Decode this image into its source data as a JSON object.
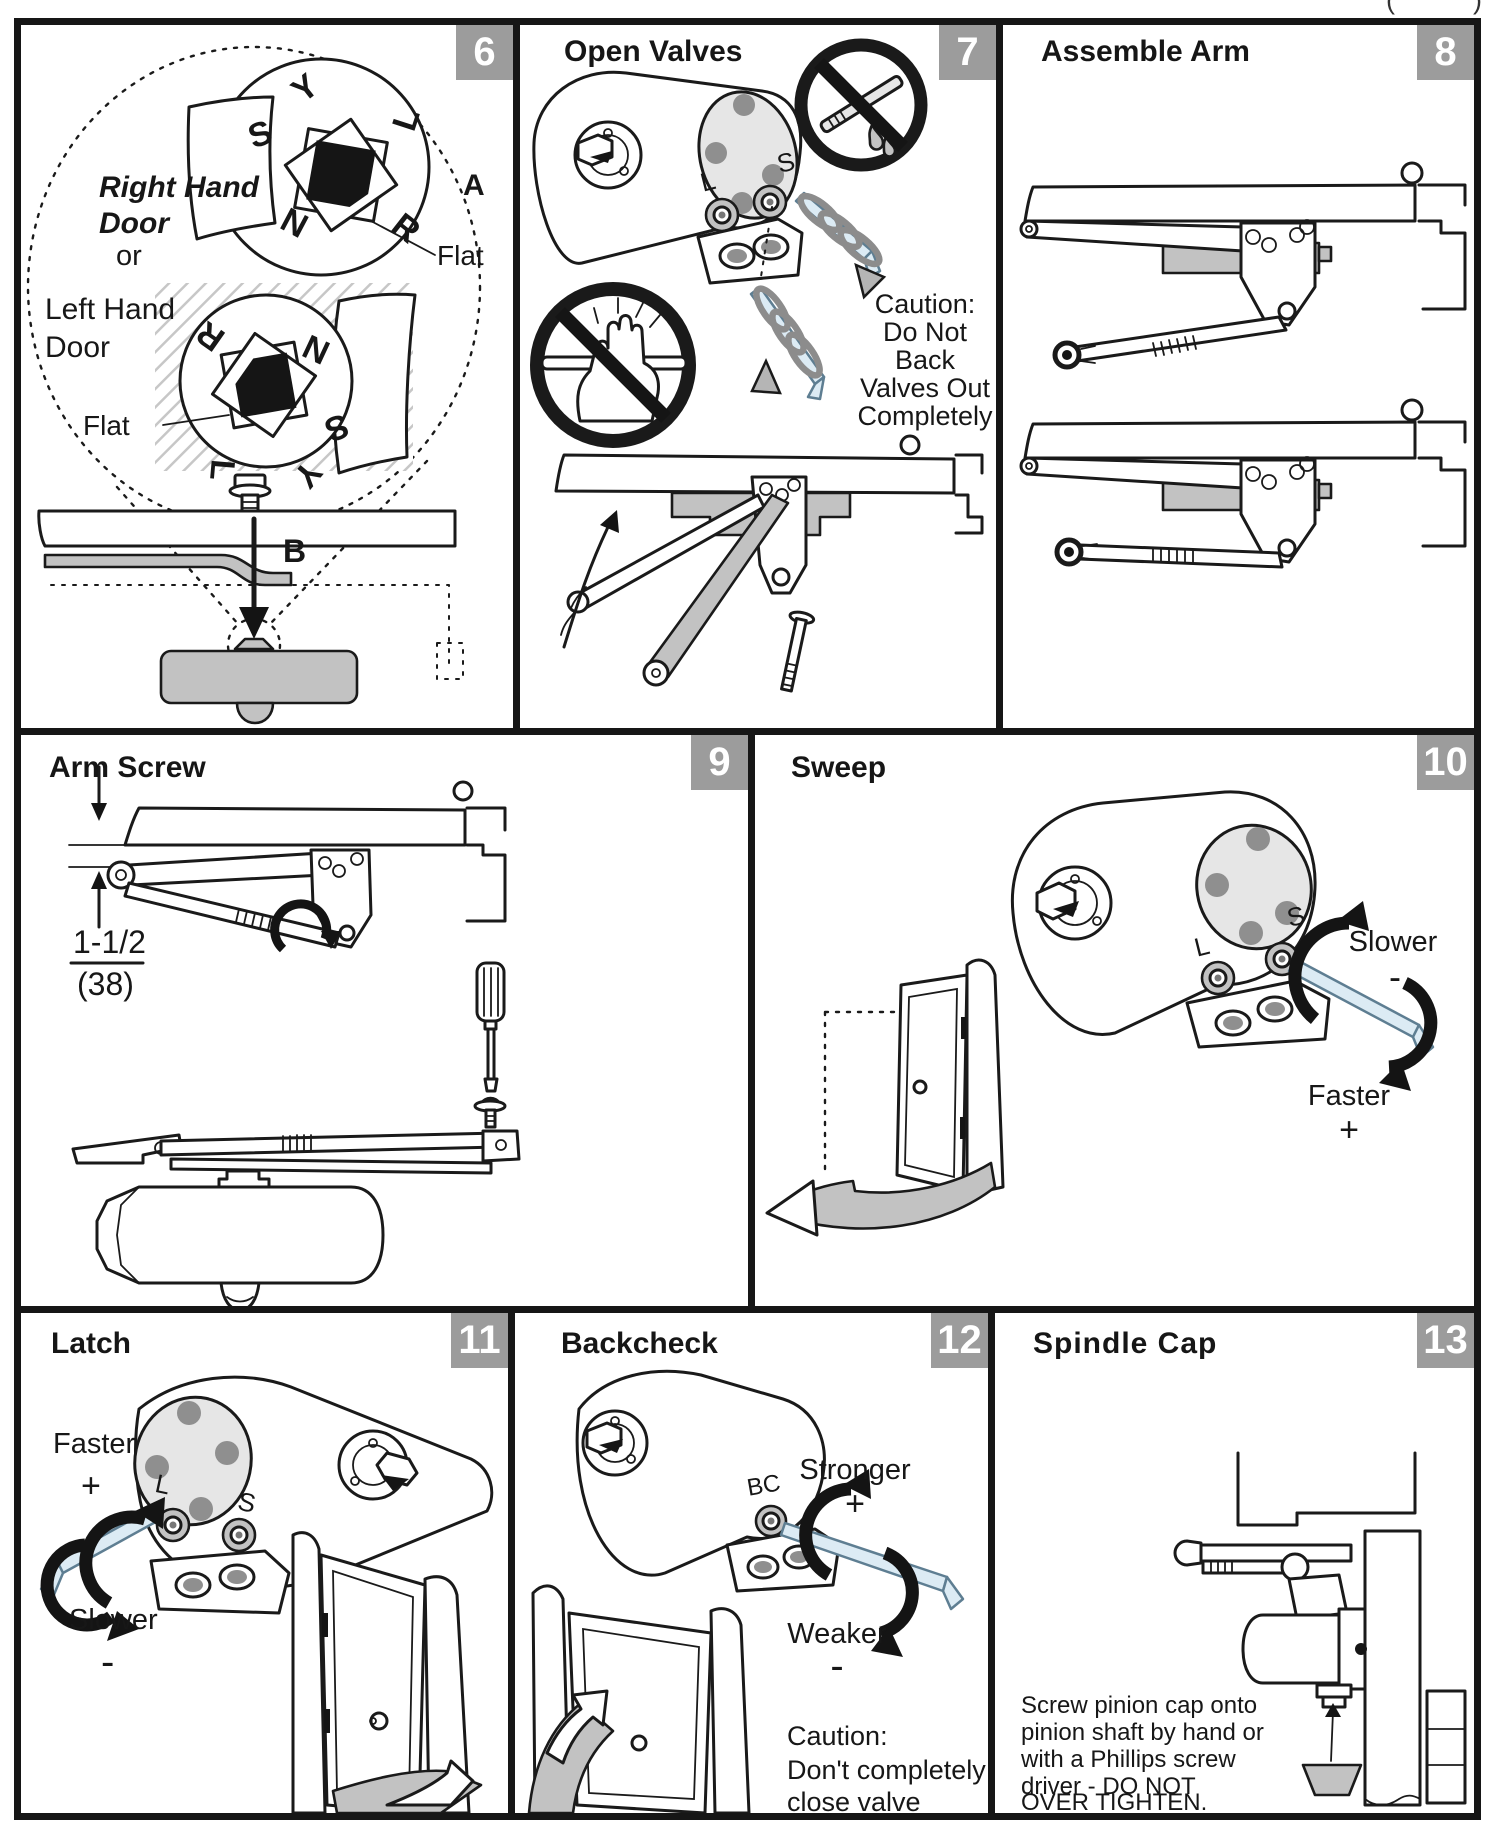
{
  "page": {
    "corner_fragment": "(        )"
  },
  "panel6": {
    "number": "6",
    "right_hand_line1": "Right Hand",
    "right_hand_line2": "Door",
    "or_label": "or",
    "left_hand_line1": "Left Hand",
    "left_hand_line2": "Door",
    "flat_right": "Flat",
    "flat_left": "Flat",
    "callout_a": "A",
    "callout_b": "B",
    "rh_letters": {
      "y": "Y",
      "l": "L",
      "s": "S",
      "n": "N",
      "r": "R"
    },
    "lh_letters": {
      "r": "R",
      "n": "N",
      "s": "S",
      "y": "Y",
      "l": "L"
    }
  },
  "panel7": {
    "number": "7",
    "title": "Open Valves",
    "valve_l": "L",
    "valve_s": "S",
    "caution": [
      "Caution:",
      "Do Not",
      "Back",
      "Valves Out",
      "Completely"
    ]
  },
  "panel8": {
    "number": "8",
    "title": "Assemble Arm"
  },
  "panel9": {
    "number": "9",
    "title": "Arm Screw",
    "dim_in": "1-1/2",
    "dim_mm": "(38)"
  },
  "panel10": {
    "number": "10",
    "title": "Sweep",
    "valve_l": "L",
    "valve_s": "S",
    "slower": "Slower",
    "slower_sign": "-",
    "faster": "Faster",
    "faster_sign": "+"
  },
  "panel11": {
    "number": "11",
    "title": "Latch",
    "valve_l": "L",
    "valve_s": "S",
    "faster": "Faster",
    "faster_sign": "+",
    "slower": "Slower",
    "slower_sign": "-"
  },
  "panel12": {
    "number": "12",
    "title": "Backcheck",
    "valve_bc": "BC",
    "stronger": "Stronger",
    "stronger_sign": "+",
    "weaker": "Weaker",
    "weaker_sign": "-",
    "caution": [
      "Caution:",
      "Don't completely",
      "close valve"
    ]
  },
  "panel13": {
    "number": "13",
    "title": "Spindle Cap",
    "note": [
      "Screw pinion cap onto",
      "pinion shaft by hand or",
      "with a Phillips screw",
      "driver - DO NOT",
      "OVER TIGHTEN."
    ]
  },
  "colors": {
    "badge": "#9c9c9c",
    "line": "#1a1a1a",
    "mid_gray": "#c2c2c2",
    "light_gray": "#e6e6e6",
    "dark_gray": "#8f8f8f",
    "hex_key": "#dcebf4"
  }
}
